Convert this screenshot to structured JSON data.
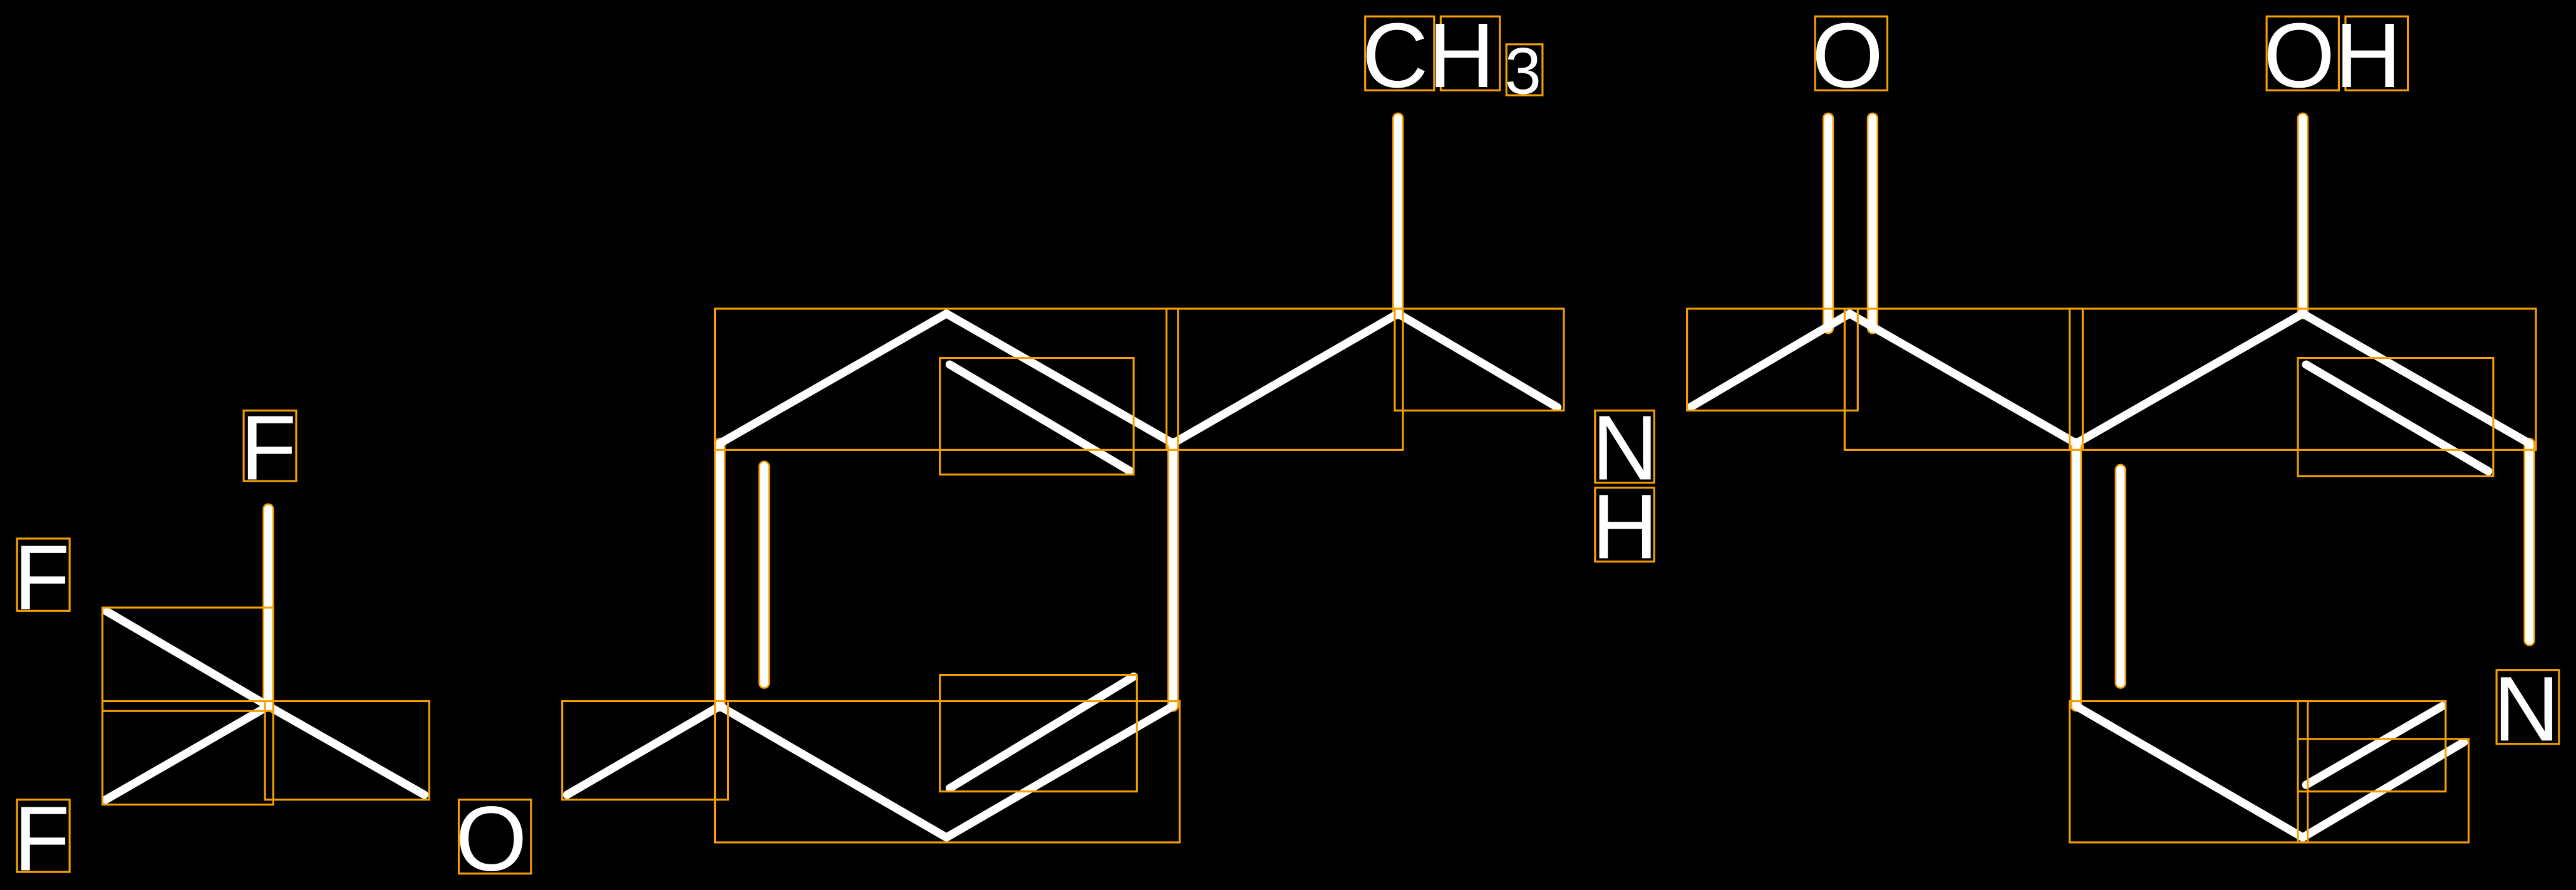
{
  "diagram": {
    "title": "",
    "accent_color": "#f5a000",
    "bond_color": "#ffffff",
    "atoms": {
      "ch3_c": "CH",
      "ch3_sub": "3",
      "carbonyl_o": "O",
      "hydroxyl": "OH",
      "f_top": "F",
      "f_left": "F",
      "f_bottom": "F",
      "ether_o": "O",
      "amine_n": "N",
      "amine_h": "H",
      "pyridine_n": "N"
    }
  }
}
